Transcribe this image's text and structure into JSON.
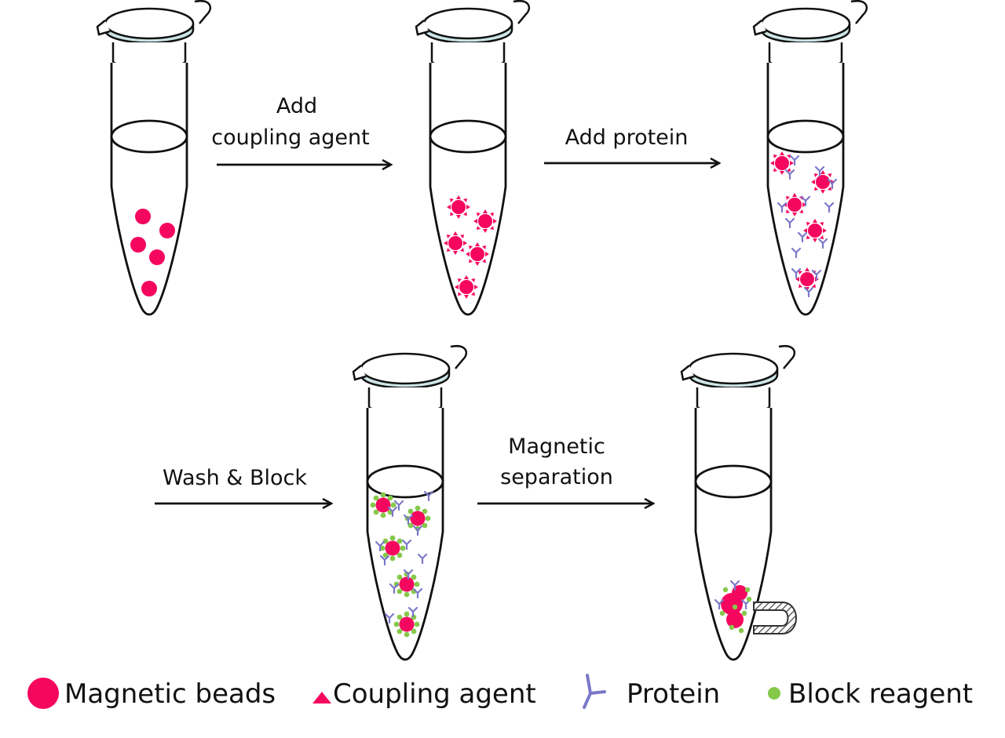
{
  "colors": {
    "bead": "#f5065f",
    "protein": "#7a78c8",
    "block": "#86c84a",
    "cap_band": "#cde6e8",
    "outline": "#111111"
  },
  "steps": [
    {
      "label_lines": [
        "Add",
        "coupling agent"
      ]
    },
    {
      "label_lines": [
        "Add protein"
      ]
    },
    {
      "label_lines": [
        "Wash & Block"
      ]
    },
    {
      "label_lines": [
        "Magnetic",
        "separation"
      ]
    }
  ],
  "tubes": [
    {
      "name": "magnetic-beads-tube",
      "contents": "beads"
    },
    {
      "name": "coupled-beads-tube",
      "contents": "beads + coupling agent"
    },
    {
      "name": "protein-bound-tube",
      "contents": "beads + coupling agent + protein"
    },
    {
      "name": "blocked-tube",
      "contents": "beads + protein + block reagent"
    },
    {
      "name": "separated-tube",
      "contents": "aggregated beads near magnet"
    }
  ],
  "legend": [
    {
      "icon": "magnetic-bead-icon",
      "label": "Magnetic beads"
    },
    {
      "icon": "coupling-agent-icon",
      "label": "Coupling agent"
    },
    {
      "icon": "protein-icon",
      "label": "Protein"
    },
    {
      "icon": "block-reagent-icon",
      "label": "Block reagent"
    }
  ]
}
